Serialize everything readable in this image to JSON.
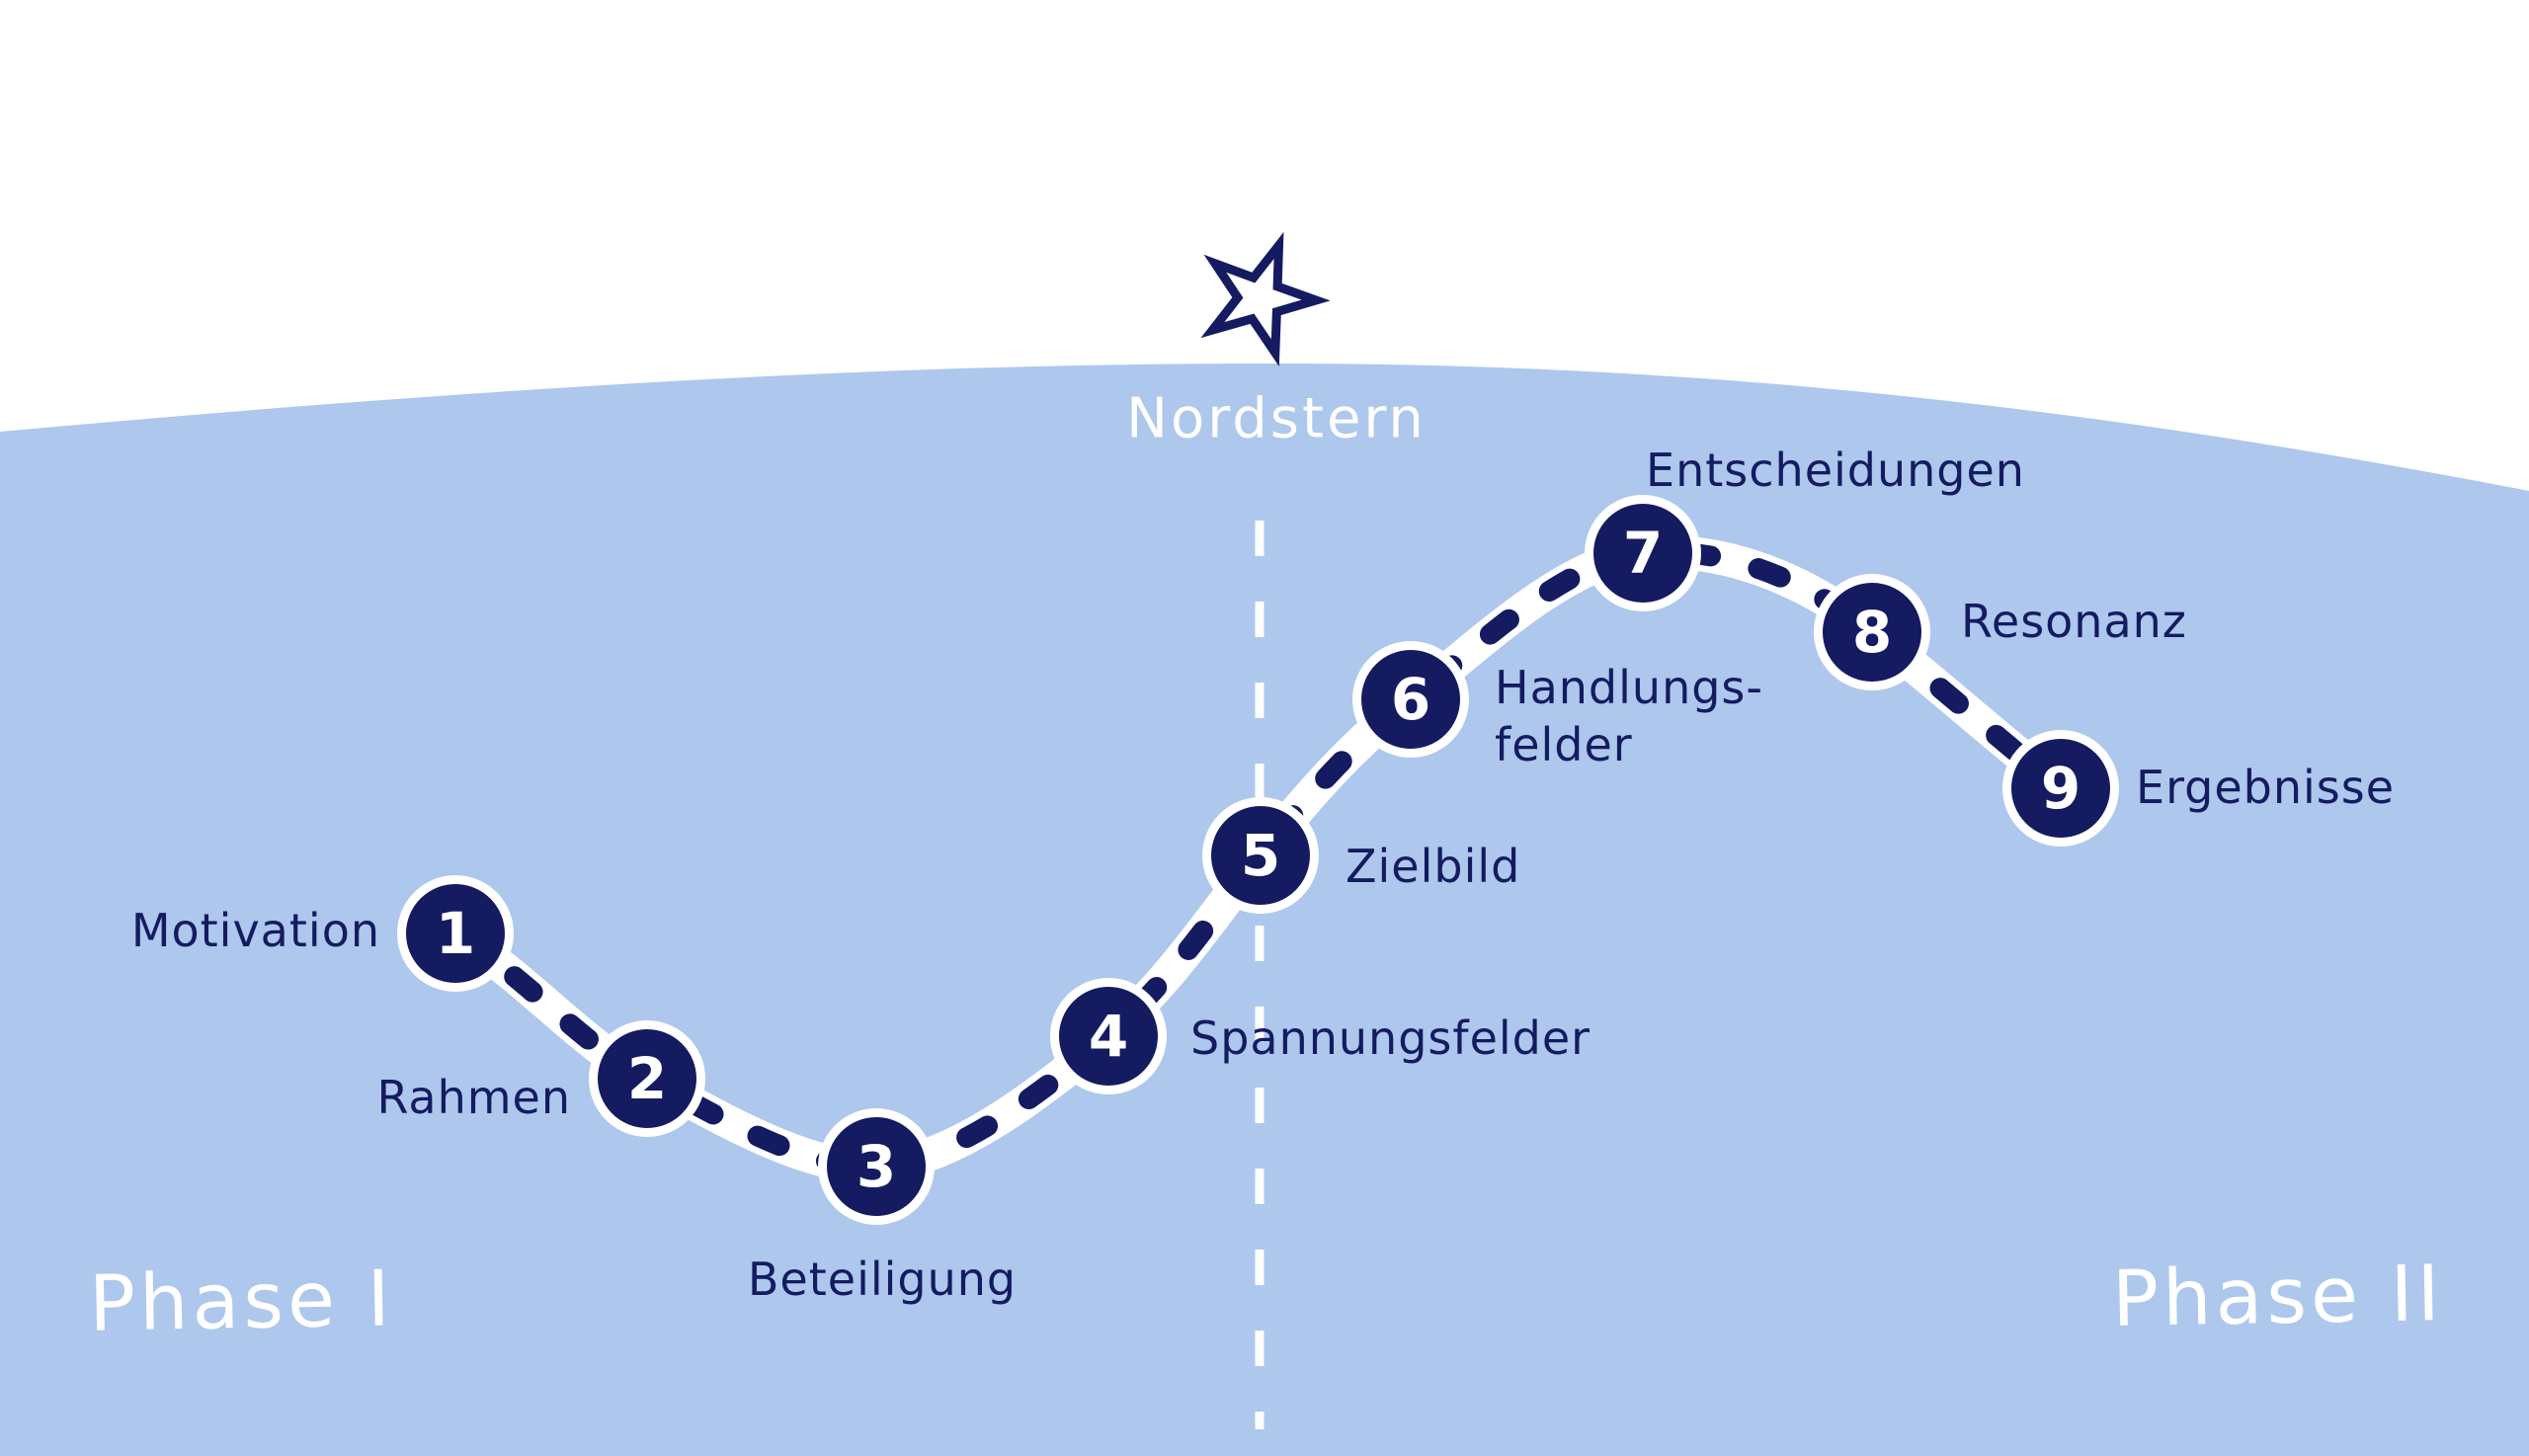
{
  "north_star": {
    "label": "Nordstern"
  },
  "phases": {
    "left": "Phase I",
    "right": "Phase II"
  },
  "steps": [
    {
      "number": "1",
      "label": "Motivation"
    },
    {
      "number": "2",
      "label": "Rahmen"
    },
    {
      "number": "3",
      "label": "Beteiligung"
    },
    {
      "number": "4",
      "label": "Spannungsfelder"
    },
    {
      "number": "5",
      "label": "Zielbild"
    },
    {
      "number": "6",
      "label": "Handlungs-\nfelder"
    },
    {
      "number": "7",
      "label": "Entscheidungen"
    },
    {
      "number": "8",
      "label": "Resonanz"
    },
    {
      "number": "9",
      "label": "Ergebnisse"
    }
  ],
  "colors": {
    "navy": "#141b61",
    "light_blue": "#aec7ec",
    "white": "#ffffff"
  }
}
